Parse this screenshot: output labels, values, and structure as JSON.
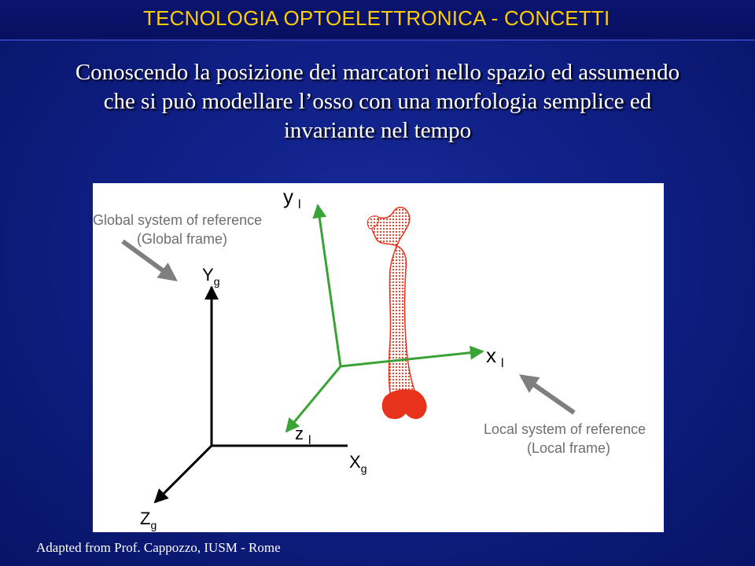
{
  "header": {
    "title": "TECNOLOGIA OPTOELETTRONICA - CONCETTI"
  },
  "subtitle": {
    "line1": "Conoscendo la posizione dei marcatori nello spazio ed assumendo",
    "line2": "che si può modellare l’osso con una morfologia semplice ed",
    "line3": "invariante nel tempo"
  },
  "diagram": {
    "global_label_line1": "Global system of reference",
    "global_label_line2": "(Global frame)",
    "local_label_line1": "Local system of reference",
    "local_label_line2": "(Local frame)",
    "axis_yg": "Y",
    "axis_yg_sub": "g",
    "axis_xg": "X",
    "axis_xg_sub": "g",
    "axis_zg": "Z",
    "axis_zg_sub": "g",
    "axis_yl": "y",
    "axis_yl_sub": "l",
    "axis_xl": "x",
    "axis_xl_sub": "l",
    "axis_zl": "z",
    "axis_zl_sub": "l",
    "colors": {
      "global_axes": "#000000",
      "local_axes": "#3aa335",
      "bone": "#e8331c",
      "pointer_arrow": "#7f7f7f",
      "label_text": "#6e6e6e"
    }
  },
  "credit": {
    "text": "Adapted from Prof. Cappozzo, IUSM - Rome"
  }
}
